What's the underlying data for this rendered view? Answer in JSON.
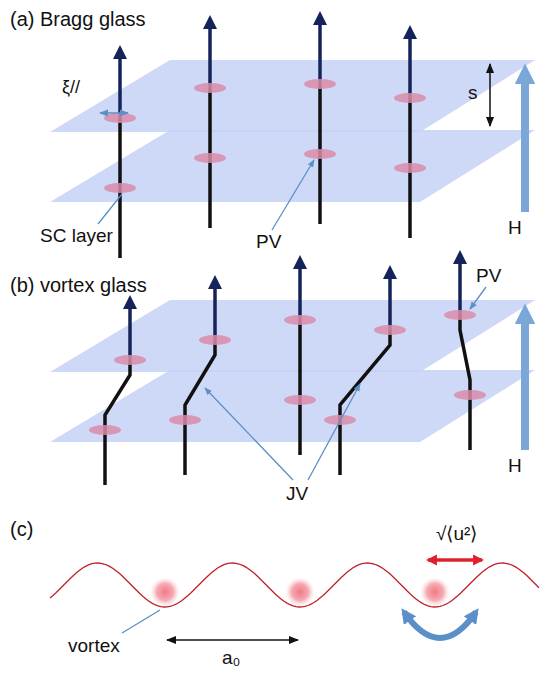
{
  "diagram": {
    "labels": [
      "(a) Bragg glass",
      "ξ//",
      "s",
      "H",
      "SC layer",
      "PV",
      "(b) vortex glass",
      "PV",
      "JV",
      "H",
      "(c)",
      "√⟨u²⟩",
      "vortex",
      "a₀"
    ]
  }
}
